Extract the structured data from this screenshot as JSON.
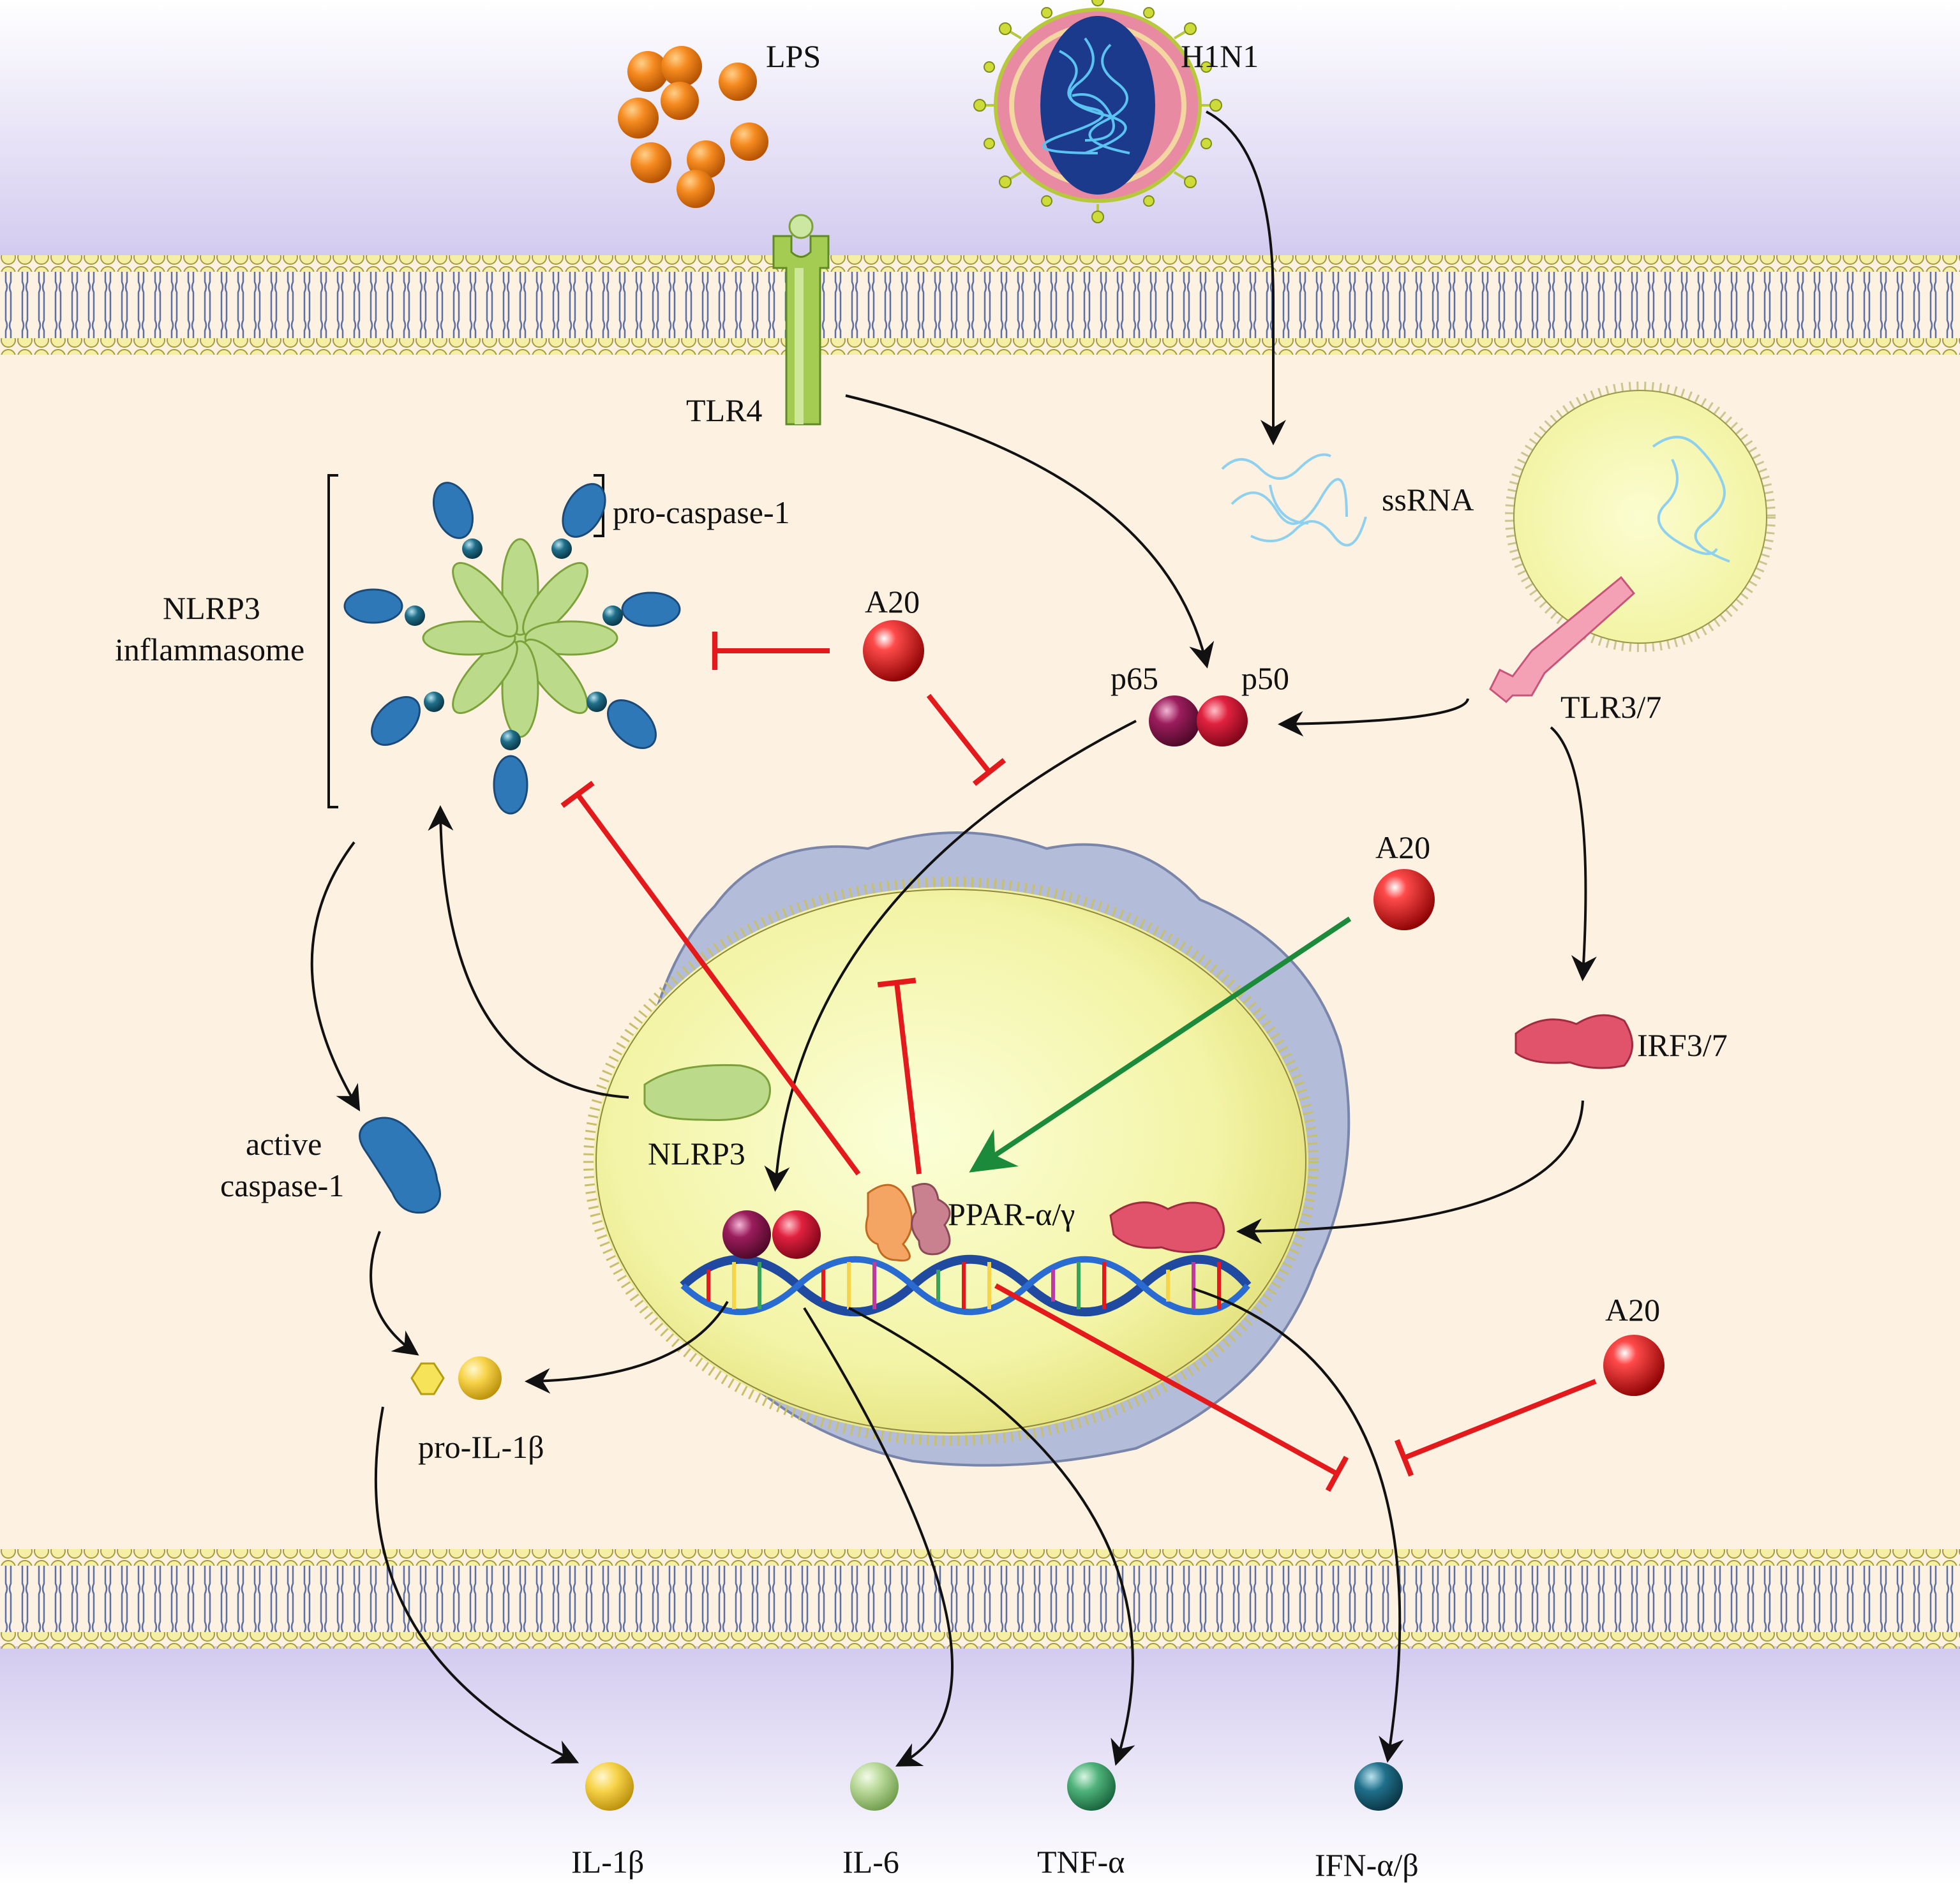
{
  "labels": {
    "lps": "LPS",
    "h1n1": "H1N1",
    "tlr4": "TLR4",
    "ssrna": "ssRNA",
    "tlr37": "TLR3/7",
    "pro_caspase1": "pro-caspase-1",
    "nlrp3_inflammasome_line1": "NLRP3",
    "nlrp3_inflammasome_line2": "inflammasome",
    "a20": "A20",
    "p65": "p65",
    "p50": "p50",
    "irf37": "IRF3/7",
    "nlrp3": "NLRP3",
    "ppar": "PPAR-α/γ",
    "active_caspase1_line1": "active",
    "active_caspase1_line2": "caspase-1",
    "pro_il1b": "pro-IL-1β",
    "il1b": "IL-1β",
    "il6": "IL-6",
    "tnfa": "TNF-α",
    "ifn": "IFN-α/β"
  },
  "colors": {
    "background": "#fdf1e2",
    "extracellular": "#dcd6f2",
    "inhibition": "#e3191c",
    "activation": "#1b8a3a",
    "arrow": "#111111"
  }
}
